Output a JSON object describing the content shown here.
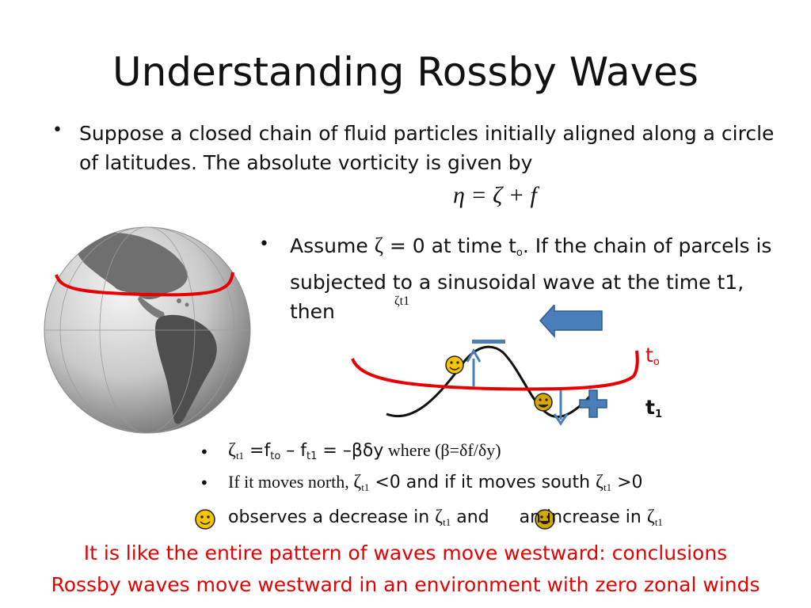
{
  "slide": {
    "title": "Understanding Rossby Waves",
    "bullet1": "Suppose a closed chain of fluid particles initially aligned along a circle of latitudes. The absolute vorticity is given by",
    "equation": "η = ζ + f",
    "bullet2": {
      "pre": "Assume ",
      "zeta": "ζ",
      "mid": "  = 0 at time t",
      "sub": "o",
      "post": ". If the chain of parcels is subjected to a sinusoidal wave at the time t1, then"
    },
    "overlap_label": "ζt1"
  },
  "diagram": {
    "to_label": "t",
    "to_sub": "o",
    "t1_label": "t",
    "t1_sub": "1",
    "minus_icon": "minus-sign",
    "plus_icon": "plus-sign",
    "arrow_icon": "left-arrow-west",
    "colors": {
      "to_curve": "#e60000",
      "t1_curve": "#111111",
      "arrows": "#4a7ebb",
      "smiley": "#f5c400"
    }
  },
  "bullets": {
    "b3": {
      "zeta": "ζ",
      "zeta_sub": "t1",
      "eq1": " =f",
      "sub1": "to",
      "minus": " – f",
      "sub2": "t1",
      "rest": " = –βδy",
      "serif_tail": "  where (β=δf/δy)"
    },
    "b4": {
      "serif_lead": "If it moves north, ",
      "zeta": "ζ",
      "zeta_sub": "t1",
      "mid": " <0 and if it moves south ",
      "zeta2": "ζ",
      "zeta2_sub": "t1",
      "tail": " >0"
    },
    "b5": {
      "text1": "observes a decrease in ",
      "zeta": "ζ",
      "zeta_sub": "t1",
      "text2": " and ",
      "text3": "  an increase in ",
      "zeta2": "ζ",
      "zeta2_sub": "t1"
    }
  },
  "conclusion": {
    "line1": "It is like the entire pattern of waves move westward: conclusions",
    "line2": "Rossby waves move westward in an  environment with zero zonal winds"
  },
  "bullet_char": "•"
}
